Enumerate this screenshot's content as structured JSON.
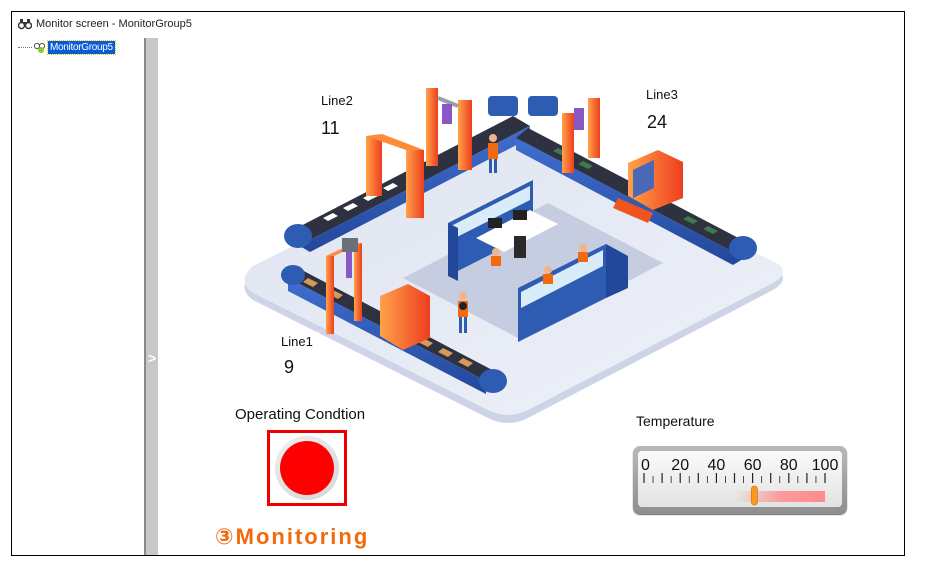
{
  "window": {
    "title": "Monitor screen - MonitorGroup5",
    "title_icon": "binoculars-icon"
  },
  "sidebar": {
    "tree": [
      {
        "label": "MonitorGroup5",
        "icon": "monitor-group-icon",
        "selected": true
      }
    ],
    "splitter_arrow": ">"
  },
  "lines": [
    {
      "name": "Line1",
      "value": "9"
    },
    {
      "name": "Line2",
      "value": "11"
    },
    {
      "name": "Line3",
      "value": "24"
    }
  ],
  "operating_condition": {
    "label": "Operating Condtion",
    "state_color": "#ff0000",
    "frame_color": "#ee0000"
  },
  "caption": "③Monitoring",
  "temperature": {
    "label": "Temperature",
    "scale_min": 0,
    "scale_max": 100,
    "major_ticks": [
      "0",
      "20",
      "40",
      "60",
      "80",
      "100"
    ],
    "value": 61,
    "alarm_range": [
      50,
      100
    ],
    "alarm_color": "#ff8a8a",
    "pointer_color": "#f59a23"
  },
  "colors": {
    "accent_orange": "#f26a0d",
    "conveyor_blue": "#2f5cb3",
    "machine_orange": "#f0551f"
  }
}
